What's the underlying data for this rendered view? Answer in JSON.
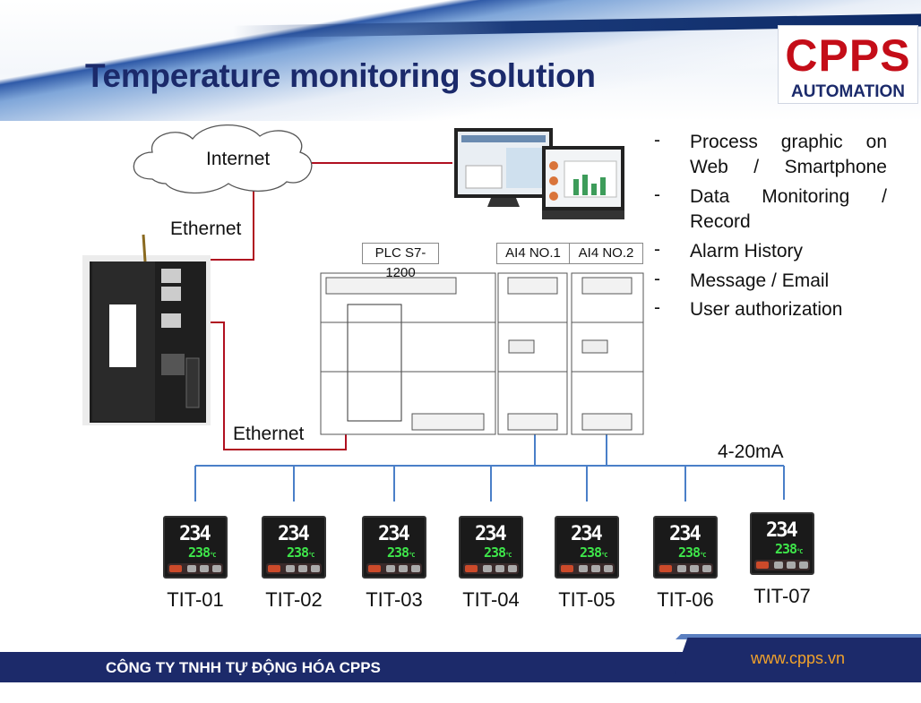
{
  "title": "Temperature monitoring solution",
  "logo": {
    "brand": "CPPS",
    "sub": "AUTOMATION"
  },
  "cloud_label": "Internet",
  "ethernet_top": "Ethernet",
  "ethernet_bottom": "Ethernet",
  "plc_label": "PLC S7-1200",
  "ai_labels": [
    "AI4 NO.1",
    "AI4 NO.2"
  ],
  "signal_label": "4-20mA",
  "features": [
    "Process graphic on Web / Smartphone",
    "Data Monitoring / Record",
    "Alarm History",
    "Message / Email",
    "User authorization"
  ],
  "bullet_dash": "-",
  "controller_display": {
    "pv": "234",
    "sv": "238",
    "unit": "°C"
  },
  "transmitters": [
    "TIT-01",
    "TIT-02",
    "TIT-03",
    "TIT-04",
    "TIT-05",
    "TIT-06",
    "TIT-07"
  ],
  "footer": {
    "company": "CÔNG TY TNHH TỰ ĐỘNG HÓA CPPS",
    "website": "www.cpps.vn"
  },
  "colors": {
    "navy": "#1b2a6b",
    "red": "#c40d18",
    "ethernet_line": "#b01020",
    "signal_line": "#4a7fc8",
    "web": "#f1a22b"
  }
}
